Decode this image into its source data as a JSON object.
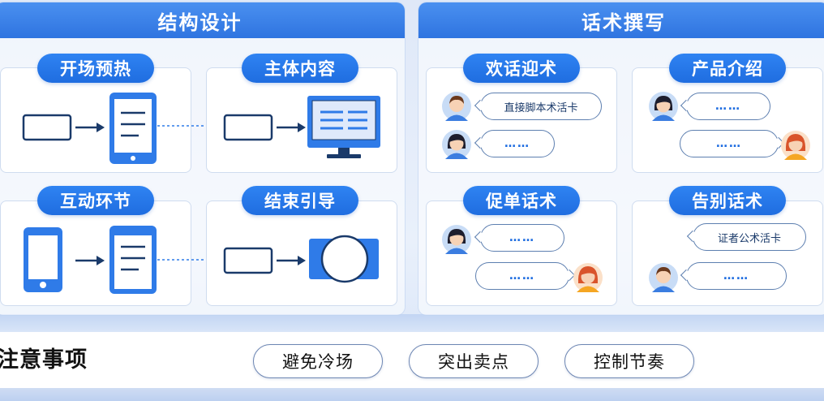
{
  "structure": {
    "title": "结构设计",
    "cards": [
      {
        "label": "开场预热"
      },
      {
        "label": "主体内容"
      },
      {
        "label": "互动环节"
      },
      {
        "label": "结束引导"
      }
    ]
  },
  "script": {
    "title": "话术撰写",
    "cards": [
      {
        "label": "欢话迎术",
        "bubble_top": "直接脚本术活卡",
        "bubble_bottom": "……"
      },
      {
        "label": "产品介绍",
        "bubble_top": "……",
        "bubble_bottom": "……"
      },
      {
        "label": "促单话术",
        "bubble_top": "……",
        "bubble_bottom": "……"
      },
      {
        "label": "告别话术",
        "bubble_top": "证者公术活卡",
        "bubble_bottom": "……"
      }
    ]
  },
  "notes": {
    "title": "注意事项",
    "items": [
      "避免冷场",
      "突出卖点",
      "控制节奏"
    ]
  },
  "colors": {
    "accent": "#1f6de0",
    "header": "#2f74e0",
    "border": "#cfdcef"
  }
}
